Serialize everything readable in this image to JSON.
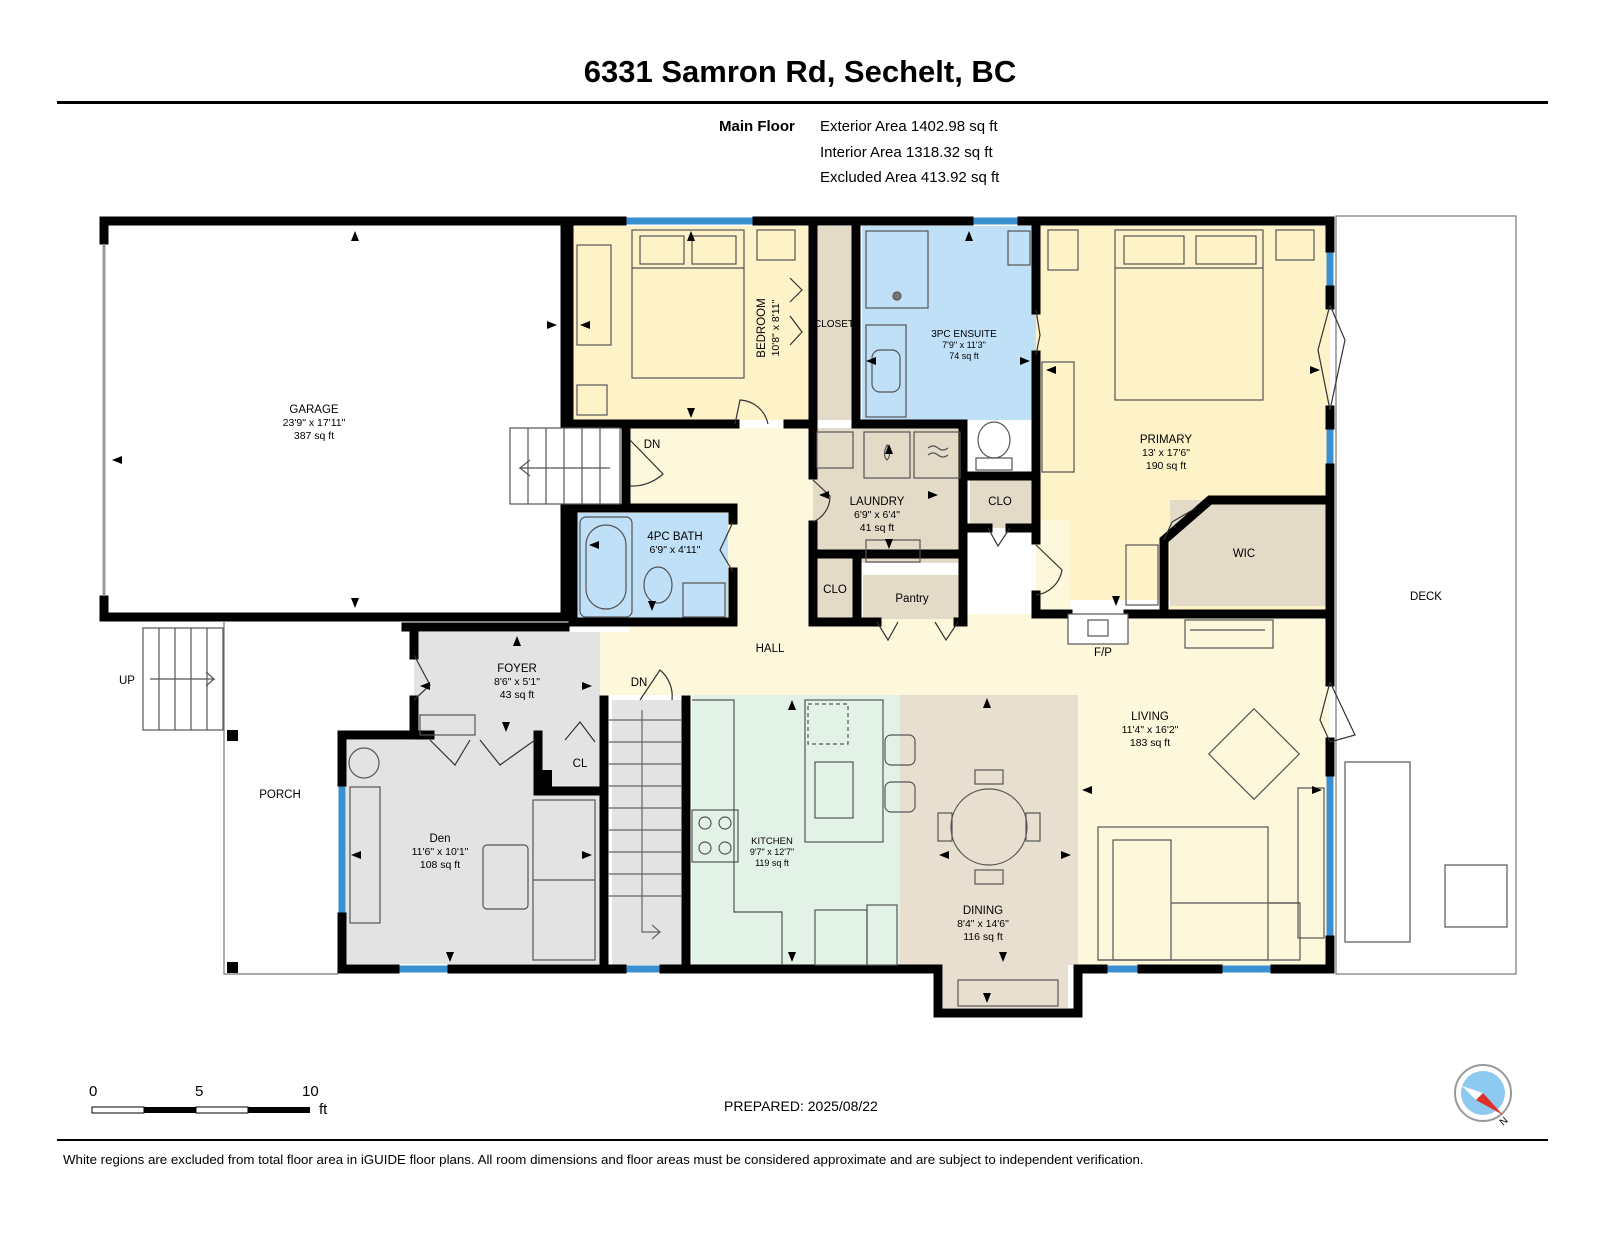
{
  "header": {
    "title": "6331 Samron Rd, Sechelt, BC"
  },
  "summary": {
    "floor": "Main Floor",
    "exterior": "Exterior Area 1402.98 sq ft",
    "interior": "Interior Area 1318.32 sq ft",
    "excluded": "Excluded Area 413.92 sq ft"
  },
  "rooms": {
    "garage": {
      "name": "GARAGE",
      "dims": "23'9\" x 17'11\"",
      "area": "387 sq ft"
    },
    "bedroom": {
      "name": "BEDROOM",
      "dims": "10'8\" x 8'11\""
    },
    "ensuite": {
      "name": "3PC ENSUITE",
      "dims": "7'9\" x 11'3\"",
      "area": "74 sq ft"
    },
    "primary": {
      "name": "PRIMARY",
      "dims": "13' x 17'6\"",
      "area": "190 sq ft"
    },
    "laundry": {
      "name": "LAUNDRY",
      "dims": "6'9\" x 6'4\"",
      "area": "41 sq ft"
    },
    "bath4": {
      "name": "4PC BATH",
      "dims": "6'9\" x 4'11\""
    },
    "foyer": {
      "name": "FOYER",
      "dims": "8'6\" x 5'1\"",
      "area": "43 sq ft"
    },
    "den": {
      "name": "Den",
      "dims": "11'6\" x 10'1\"",
      "area": "108 sq ft"
    },
    "kitchen": {
      "name": "KITCHEN",
      "dims": "9'7\" x 12'7\"",
      "area": "119 sq ft"
    },
    "dining": {
      "name": "DINING",
      "dims": "8'4\" x 14'6\"",
      "area": "116 sq ft"
    },
    "living": {
      "name": "LIVING",
      "dims": "11'4\" x 16'2\"",
      "area": "183 sq ft"
    }
  },
  "labels": {
    "closet": "CLOSET",
    "clo1": "CLO",
    "clo2": "CLO",
    "cl": "CL",
    "pantry": "Pantry",
    "wic": "WIC",
    "hall": "HALL",
    "fp": "F/P",
    "deck": "DECK",
    "porch": "PORCH",
    "up": "UP",
    "dn1": "DN",
    "dn2": "DN"
  },
  "scale": {
    "t0": "0",
    "t5": "5",
    "t10": "10",
    "unit": "ft"
  },
  "compass": {
    "north": "N"
  },
  "prepared": "PREPARED: 2025/08/22",
  "footer": "White regions are excluded from total floor area in iGUIDE floor plans. All room dimensions and floor areas must be considered approximate and are subject to independent verification.",
  "colors": {
    "wall": "#000000",
    "window": "#3a8fd0",
    "cream": "#fdf2c8",
    "blue": "#bfe0f7",
    "tan": "#e4dac8",
    "hall": "#fdf8dc",
    "grey": "#e3e3e3",
    "kitchen": "#e3f2e6",
    "dining": "#e8dfd0"
  }
}
